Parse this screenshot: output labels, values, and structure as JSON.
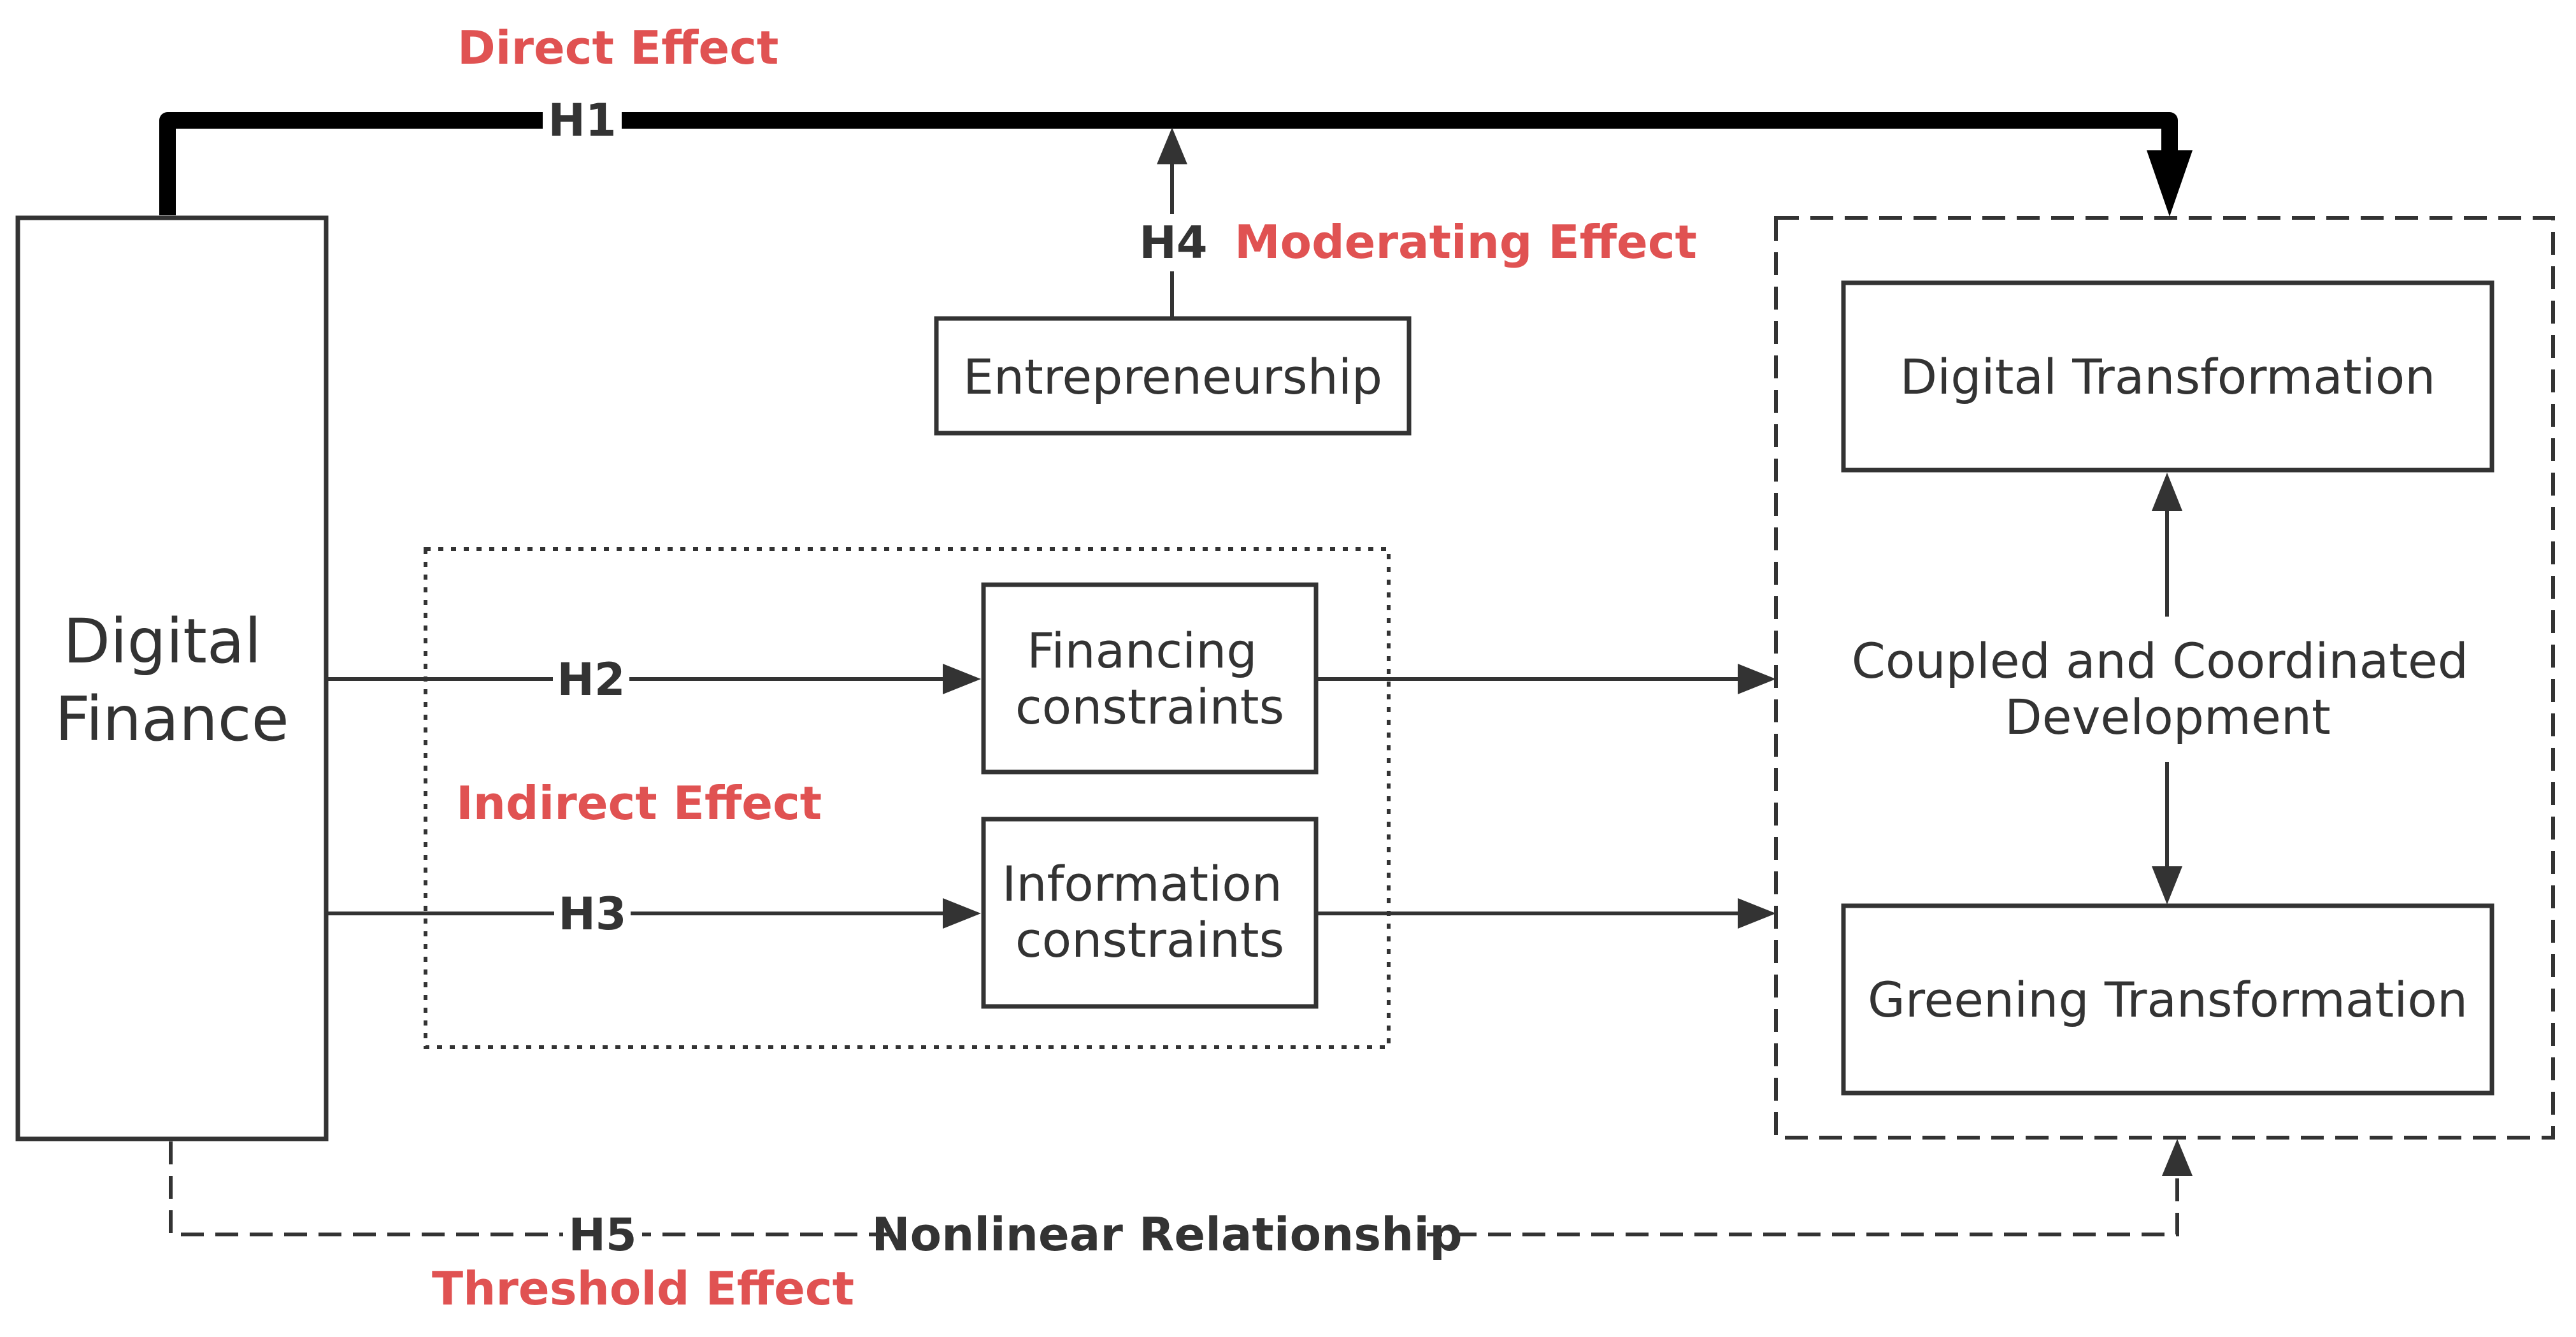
{
  "nodes": {
    "digital_finance": [
      "Digital",
      "Finance"
    ],
    "entrepreneurship": "Entrepreneurship",
    "financing_constraints": [
      "Financing",
      "constraints"
    ],
    "information_constraints": [
      "Information",
      "constraints"
    ],
    "digital_transformation": "Digital Transformation",
    "greening_transformation": "Greening Transformation",
    "coupled_development": [
      "Coupled and Coordinated",
      "Development"
    ]
  },
  "hypotheses": {
    "h1": "H1",
    "h2": "H2",
    "h3": "H3",
    "h4": "H4",
    "h5": "H5"
  },
  "effects": {
    "direct": "Direct Effect",
    "moderating": "Moderating Effect",
    "indirect": "Indirect Effect",
    "threshold": "Threshold Effect",
    "nonlinear": "Nonlinear Relationship"
  },
  "colors": {
    "effect_label": "#e05252",
    "line": "#333333",
    "thick_line": "#000000"
  }
}
